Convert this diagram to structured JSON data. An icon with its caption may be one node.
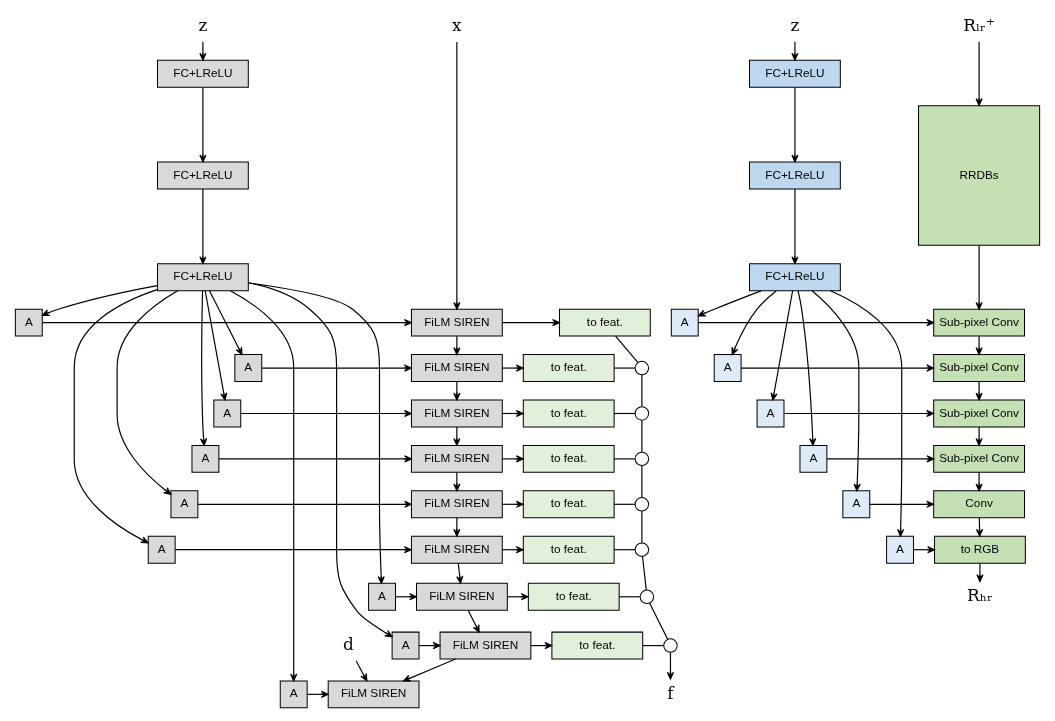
{
  "diagram": {
    "nodes": [
      {
        "text": [
          "z"
        ]
      },
      {
        "text": [
          "x"
        ]
      },
      {
        "text": [
          "FC+LReLU"
        ]
      },
      {
        "text": [
          "FC+LReLU"
        ]
      },
      {
        "text": [
          "FC+LReLU"
        ]
      },
      {
        "text": [
          "A"
        ]
      },
      {
        "text": [
          "A"
        ]
      },
      {
        "text": [
          "A"
        ]
      },
      {
        "text": [
          "A"
        ]
      },
      {
        "text": [
          "A"
        ]
      },
      {
        "text": [
          "A"
        ]
      },
      {
        "text": [
          "A"
        ]
      },
      {
        "text": [
          "A"
        ]
      },
      {
        "text": [
          "A"
        ]
      },
      {
        "text": [
          "FiLM SIREN"
        ]
      },
      {
        "text": [
          "FiLM SIREN"
        ]
      },
      {
        "text": [
          "FiLM SIREN"
        ]
      },
      {
        "text": [
          "FiLM SIREN"
        ]
      },
      {
        "text": [
          "FiLM SIREN"
        ]
      },
      {
        "text": [
          "FiLM SIREN"
        ]
      },
      {
        "text": [
          "FiLM SIREN"
        ]
      },
      {
        "text": [
          "FiLM SIREN"
        ]
      },
      {
        "text": [
          "FiLM SIREN"
        ]
      },
      {
        "text": [
          "to feat."
        ]
      },
      {
        "text": [
          "to feat."
        ]
      },
      {
        "text": [
          "to feat."
        ]
      },
      {
        "text": [
          "to feat."
        ]
      },
      {
        "text": [
          "to feat."
        ]
      },
      {
        "text": [
          "to feat."
        ]
      },
      {
        "text": [
          "to feat."
        ]
      },
      {
        "text": [
          "to feat."
        ]
      },
      {
        "text": [],
        "shape": "circle"
      },
      {
        "text": [],
        "shape": "circle"
      },
      {
        "text": [],
        "shape": "circle"
      },
      {
        "text": [],
        "shape": "circle"
      },
      {
        "text": [],
        "shape": "circle"
      },
      {
        "text": [],
        "shape": "circle"
      },
      {
        "text": [],
        "shape": "circle"
      },
      {
        "text": [
          "d"
        ]
      },
      {
        "text": [
          "f"
        ]
      },
      {
        "text": [
          "z"
        ]
      },
      {
        "text": [
          "Rₗᵣ⁺"
        ]
      },
      {
        "text": [
          "FC+LReLU"
        ]
      },
      {
        "text": [
          "FC+LReLU"
        ]
      },
      {
        "text": [
          "FC+LReLU"
        ]
      },
      {
        "text": [
          "RRDBs"
        ]
      },
      {
        "text": [
          "A"
        ]
      },
      {
        "text": [
          "A"
        ]
      },
      {
        "text": [
          "A"
        ]
      },
      {
        "text": [
          "A"
        ]
      },
      {
        "text": [
          "A"
        ]
      },
      {
        "text": [
          "A"
        ]
      },
      {
        "text": [
          "Sub-pixel Conv"
        ]
      },
      {
        "text": [
          "Sub-pixel Conv"
        ]
      },
      {
        "text": [
          "Sub-pixel Conv"
        ]
      },
      {
        "text": [
          "Sub-pixel Conv"
        ]
      },
      {
        "text": [
          "Conv"
        ]
      },
      {
        "text": [
          "to RGB"
        ]
      },
      {
        "text": [
          "Rₕᵣ"
        ]
      }
    ],
    "edges": [
      {
        "from": 0,
        "to": 2,
        "arrow": "to"
      },
      {
        "from": 2,
        "to": 3,
        "arrow": "to"
      },
      {
        "from": 3,
        "to": 4,
        "arrow": "to"
      },
      {
        "from": 4,
        "to": 5,
        "arrow": "to"
      },
      {
        "from": 4,
        "to": 6,
        "arrow": "to"
      },
      {
        "from": 4,
        "to": 7,
        "arrow": "to"
      },
      {
        "from": 4,
        "to": 8,
        "arrow": "to"
      },
      {
        "from": 4,
        "to": 9,
        "arrow": "to"
      },
      {
        "from": 4,
        "to": 10,
        "arrow": "to"
      },
      {
        "from": 4,
        "to": 11,
        "arrow": "to"
      },
      {
        "from": 4,
        "to": 12,
        "arrow": "to"
      },
      {
        "from": 4,
        "to": 13,
        "arrow": "to"
      },
      {
        "from": 1,
        "to": 14,
        "arrow": "to"
      },
      {
        "from": 5,
        "to": 14,
        "arrow": "to"
      },
      {
        "from": 6,
        "to": 15,
        "arrow": "to"
      },
      {
        "from": 7,
        "to": 16,
        "arrow": "to"
      },
      {
        "from": 8,
        "to": 17,
        "arrow": "to"
      },
      {
        "from": 9,
        "to": 18,
        "arrow": "to"
      },
      {
        "from": 10,
        "to": 19,
        "arrow": "to"
      },
      {
        "from": 11,
        "to": 20,
        "arrow": "to"
      },
      {
        "from": 12,
        "to": 21,
        "arrow": "to"
      },
      {
        "from": 13,
        "to": 22,
        "arrow": "to"
      },
      {
        "from": 14,
        "to": 15,
        "arrow": "to"
      },
      {
        "from": 15,
        "to": 16,
        "arrow": "to"
      },
      {
        "from": 16,
        "to": 17,
        "arrow": "to"
      },
      {
        "from": 17,
        "to": 18,
        "arrow": "to"
      },
      {
        "from": 18,
        "to": 19,
        "arrow": "to"
      },
      {
        "from": 19,
        "to": 20,
        "arrow": "to"
      },
      {
        "from": 20,
        "to": 21,
        "arrow": "to"
      },
      {
        "from": 21,
        "to": 22,
        "arrow": "to"
      },
      {
        "from": 14,
        "to": 23,
        "arrow": "to"
      },
      {
        "from": 15,
        "to": 24,
        "arrow": "to"
      },
      {
        "from": 16,
        "to": 25,
        "arrow": "to"
      },
      {
        "from": 17,
        "to": 26,
        "arrow": "to"
      },
      {
        "from": 18,
        "to": 27,
        "arrow": "to"
      },
      {
        "from": 19,
        "to": 28,
        "arrow": "to"
      },
      {
        "from": 20,
        "to": 29,
        "arrow": "to"
      },
      {
        "from": 21,
        "to": 30,
        "arrow": "to"
      },
      {
        "from": 38,
        "to": 22,
        "arrow": "to"
      },
      {
        "from": 23,
        "to": 31,
        "arrow": "none"
      },
      {
        "from": 24,
        "to": 31,
        "arrow": "none"
      },
      {
        "from": 25,
        "to": 32,
        "arrow": "none"
      },
      {
        "from": 26,
        "to": 33,
        "arrow": "none"
      },
      {
        "from": 27,
        "to": 34,
        "arrow": "none"
      },
      {
        "from": 28,
        "to": 35,
        "arrow": "none"
      },
      {
        "from": 29,
        "to": 36,
        "arrow": "none"
      },
      {
        "from": 30,
        "to": 37,
        "arrow": "none"
      },
      {
        "from": 31,
        "to": 32,
        "arrow": "none"
      },
      {
        "from": 32,
        "to": 33,
        "arrow": "none"
      },
      {
        "from": 33,
        "to": 34,
        "arrow": "none"
      },
      {
        "from": 34,
        "to": 35,
        "arrow": "none"
      },
      {
        "from": 35,
        "to": 36,
        "arrow": "none"
      },
      {
        "from": 36,
        "to": 37,
        "arrow": "none"
      },
      {
        "from": 37,
        "to": 39,
        "arrow": "to"
      },
      {
        "from": 40,
        "to": 42,
        "arrow": "to"
      },
      {
        "from": 42,
        "to": 43,
        "arrow": "to"
      },
      {
        "from": 43,
        "to": 44,
        "arrow": "to"
      },
      {
        "from": 44,
        "to": 46,
        "arrow": "to"
      },
      {
        "from": 44,
        "to": 47,
        "arrow": "to"
      },
      {
        "from": 44,
        "to": 48,
        "arrow": "to"
      },
      {
        "from": 44,
        "to": 49,
        "arrow": "to"
      },
      {
        "from": 44,
        "to": 50,
        "arrow": "to"
      },
      {
        "from": 44,
        "to": 51,
        "arrow": "to"
      },
      {
        "from": 41,
        "to": 45,
        "arrow": "to"
      },
      {
        "from": 45,
        "to": 52,
        "arrow": "to"
      },
      {
        "from": 46,
        "to": 52,
        "arrow": "to"
      },
      {
        "from": 47,
        "to": 53,
        "arrow": "to"
      },
      {
        "from": 48,
        "to": 54,
        "arrow": "to"
      },
      {
        "from": 49,
        "to": 55,
        "arrow": "to"
      },
      {
        "from": 50,
        "to": 56,
        "arrow": "to"
      },
      {
        "from": 51,
        "to": 57,
        "arrow": "to"
      },
      {
        "from": 52,
        "to": 53,
        "arrow": "to"
      },
      {
        "from": 53,
        "to": 54,
        "arrow": "to"
      },
      {
        "from": 54,
        "to": 55,
        "arrow": "to"
      },
      {
        "from": 55,
        "to": 56,
        "arrow": "to"
      },
      {
        "from": 56,
        "to": 57,
        "arrow": "to"
      },
      {
        "from": 57,
        "to": 58,
        "arrow": "to"
      }
    ]
  }
}
